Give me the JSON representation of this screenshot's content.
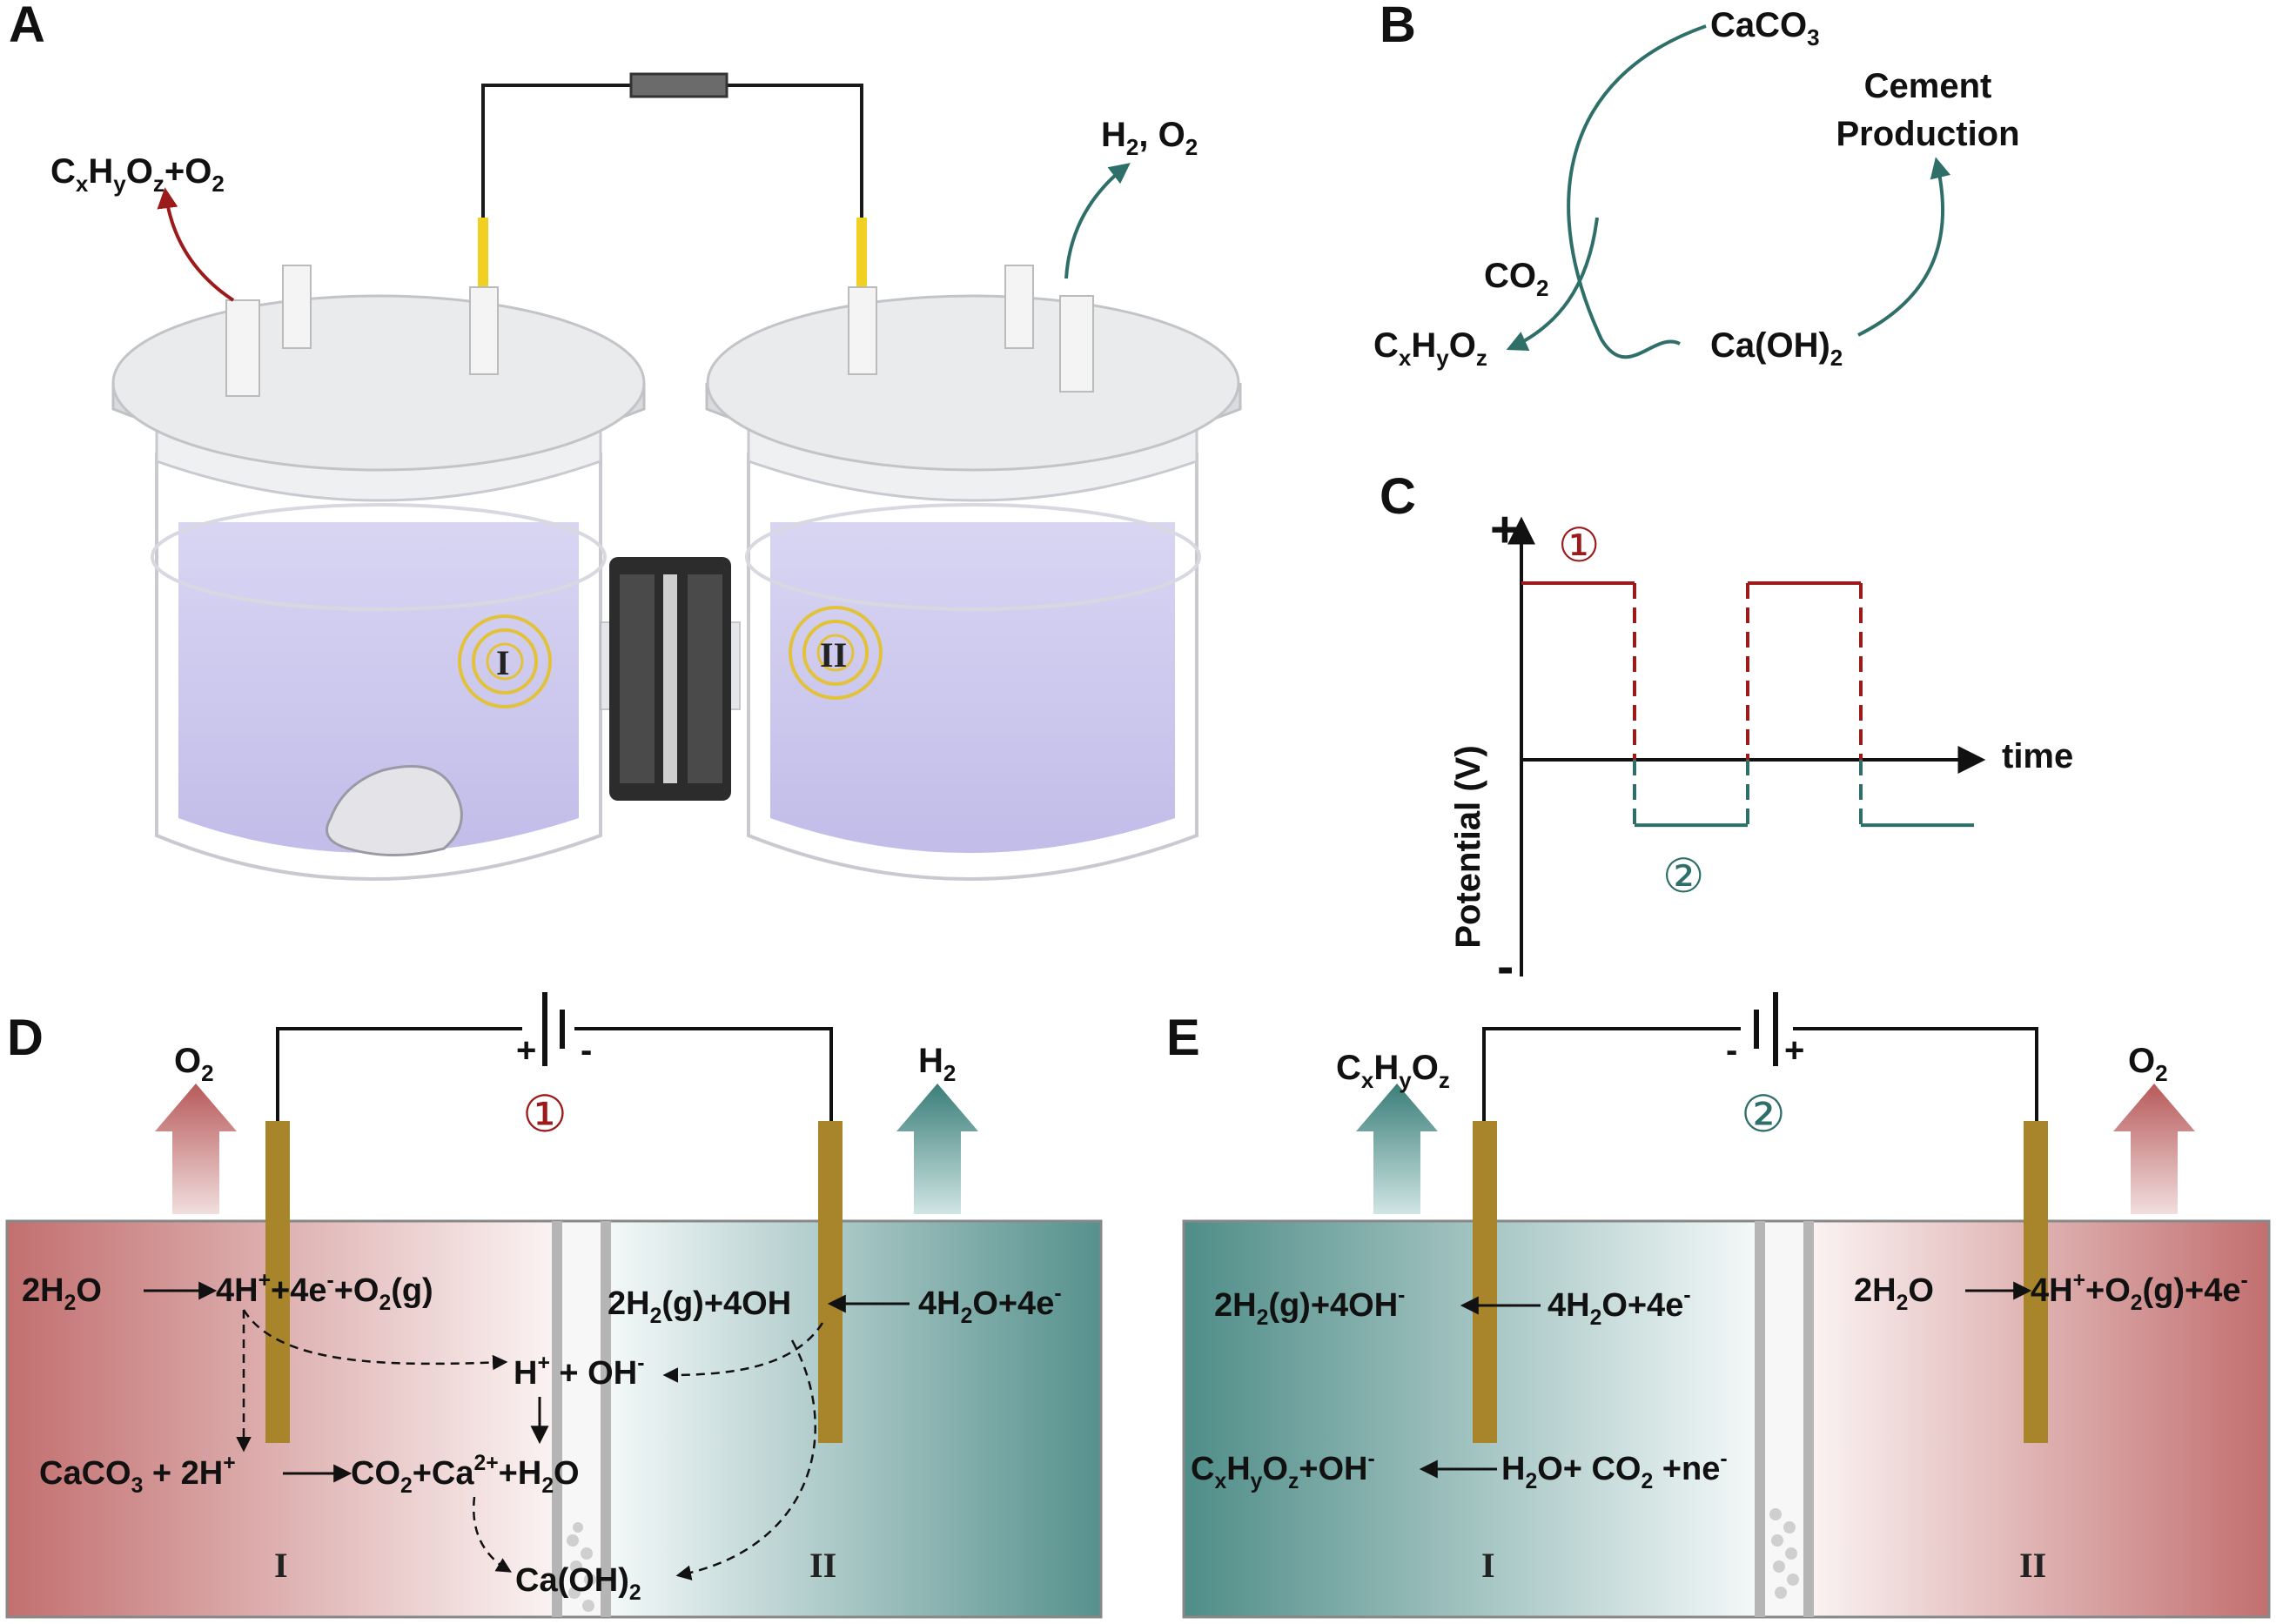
{
  "colors": {
    "red": "#9b1b1b",
    "teal": "#2f6f6a",
    "teal_dark": "#3b8a84",
    "electrode": "#a8842a",
    "liquid": "#b9b4e6"
  },
  "panels": {
    "a": {
      "label": "A",
      "left_gas": {
        "a": "C",
        "b": "x",
        "c": "H",
        "d": "y",
        "e": "O",
        "f": "z",
        "g": "+O",
        "h": "2"
      },
      "right_gas": {
        "a": "H",
        "b": "2",
        "c": ", O",
        "d": "2"
      },
      "cell1": "I",
      "cell2": "II"
    },
    "b": {
      "label": "B",
      "caco3": {
        "a": "CaCO",
        "b": "3"
      },
      "cement": {
        "l1": "Cement",
        "l2": "Production"
      },
      "co2": {
        "a": "CO",
        "b": "2"
      },
      "product": {
        "a": "C",
        "b": "x",
        "c": "H",
        "d": "y",
        "e": "O",
        "f": "z"
      },
      "caoh2": {
        "a": "Ca(OH)",
        "b": "2"
      }
    },
    "c": {
      "label": "C",
      "plus": "+",
      "minus": "-",
      "ylabel": "Potential (V)",
      "xlabel": "time",
      "m1": "①",
      "m2": "②"
    },
    "d": {
      "label": "D",
      "o2": {
        "a": "O",
        "b": "2"
      },
      "h2": {
        "a": "H",
        "b": "2"
      },
      "plus": "+",
      "minus": "-",
      "mark": "①",
      "r1a": {
        "a": "2H",
        "b": "2",
        "c": "O"
      },
      "r1b": {
        "a": "4H",
        "b": "+",
        "c": "+4e",
        "d": "-",
        "e": "+O",
        "f": "2",
        "g": "(g)"
      },
      "r2a": {
        "a": "2H",
        "b": "2",
        "c": "(g)+4OH"
      },
      "r2b": {
        "a": "4H",
        "b": "2",
        "c": "O+4e",
        "d": "-"
      },
      "r3": {
        "a": "H",
        "b": "+",
        "c": " + OH",
        "d": "-"
      },
      "r4a": {
        "a": "CaCO",
        "b": "3",
        "c": " + 2H",
        "d": "+"
      },
      "r4b": {
        "a": "CO",
        "b": "2",
        "c": "+Ca",
        "d": "2+",
        "e": "+H",
        "f": "2",
        "g": "O"
      },
      "r5": {
        "a": "Ca(OH)",
        "b": "2"
      },
      "cell1": "I",
      "cell2": "II"
    },
    "e": {
      "label": "E",
      "product": {
        "a": "C",
        "b": "x",
        "c": "H",
        "d": "y",
        "e": "O",
        "f": "z"
      },
      "o2": {
        "a": "O",
        "b": "2"
      },
      "minus": "-",
      "plus": "+",
      "mark": "②",
      "r1a": {
        "a": "2H",
        "b": "2",
        "c": "(g)+4OH",
        "d": "-"
      },
      "r1b": {
        "a": "4H",
        "b": "2",
        "c": "O+4e",
        "d": "-"
      },
      "r2a": {
        "a": "2H",
        "b": "2",
        "c": "O"
      },
      "r2b": {
        "a": "4H",
        "b": "+",
        "c": "+O",
        "d": "2",
        "e": "(g)+4e",
        "f": "-"
      },
      "r3a": {
        "a": "C",
        "b": "x",
        "c": "H",
        "d": "y",
        "e": "O",
        "f": "z",
        "g": "+OH",
        "h": "-"
      },
      "r3b": {
        "a": "H",
        "b": "2",
        "c": "O+ CO",
        "d": "2",
        "e": " +ne",
        "f": "-"
      },
      "cell1": "I",
      "cell2": "II"
    }
  },
  "chart_data": {
    "type": "line",
    "title": "",
    "xlabel": "time",
    "ylabel": "Potential (V)",
    "x": [
      0,
      1,
      1,
      2,
      2,
      3,
      3,
      4
    ],
    "series": [
      {
        "values": [
          1,
          1,
          -0.37,
          -0.37,
          1,
          1,
          -0.37,
          -0.37
        ]
      }
    ],
    "legend": "none",
    "grid": false
  }
}
